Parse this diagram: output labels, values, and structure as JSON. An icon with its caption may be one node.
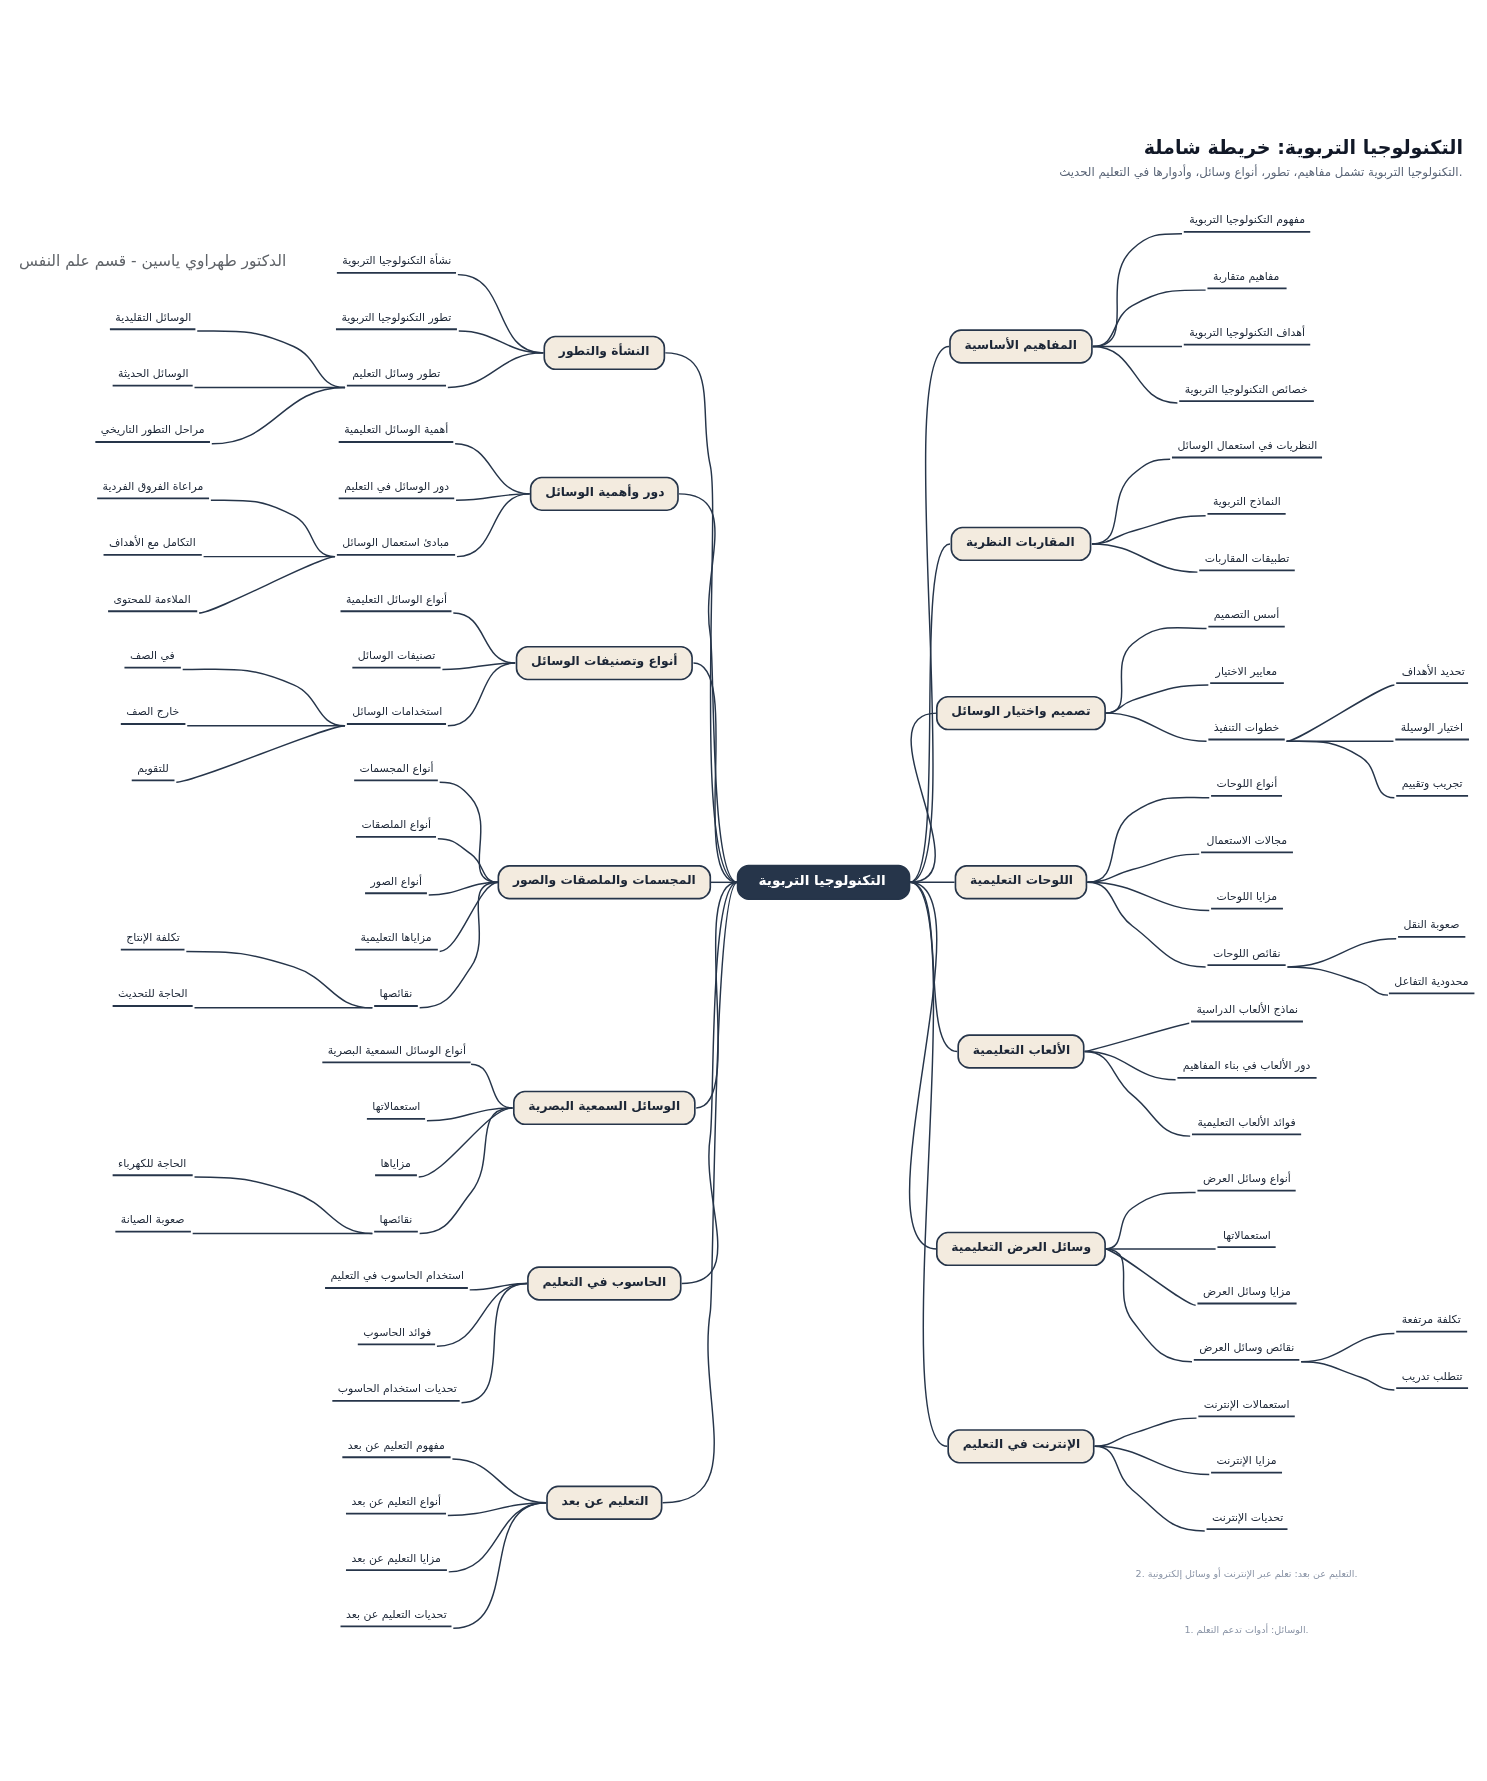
{
  "diagram": {
    "title": "التكنولوجيا التربوية: خريطة شاملة",
    "caption": "التكنولوجيا التربوية تشمل مفاهيم، تطور، أنواع وسائل، وأدوارها في التعليم الحديث.",
    "nodes": [
      {
        "text": [
          "التكنولوجيا التربوية"
        ]
      },
      {
        "text": [
          "المفاهيم الأساسية"
        ]
      },
      {
        "text": [
          "مفهوم التكنولوجيا التربوية"
        ]
      },
      {
        "text": [
          "مفاهيم متقاربة"
        ]
      },
      {
        "text": [
          "أهداف التكنولوجيا التربوية"
        ]
      },
      {
        "text": [
          "خصائص التكنولوجيا التربوية"
        ]
      },
      {
        "text": [
          "المقاربات النظرية"
        ]
      },
      {
        "text": [
          "النظريات في استعمال الوسائل"
        ]
      },
      {
        "text": [
          "النماذج التربوية"
        ]
      },
      {
        "text": [
          "تطبيقات المقاربات"
        ]
      },
      {
        "text": [
          "تصميم واختيار الوسائل"
        ]
      },
      {
        "text": [
          "أسس التصميم"
        ]
      },
      {
        "text": [
          "معايير الاختيار"
        ]
      },
      {
        "text": [
          "خطوات التنفيذ"
        ]
      },
      {
        "text": [
          "تحديد الأهداف"
        ]
      },
      {
        "text": [
          "اختيار الوسيلة"
        ]
      },
      {
        "text": [
          "تجريب وتقييم"
        ]
      },
      {
        "text": [
          "اللوحات التعليمية"
        ]
      },
      {
        "text": [
          "أنواع اللوحات"
        ]
      },
      {
        "text": [
          "مجالات الاستعمال"
        ]
      },
      {
        "text": [
          "مزايا اللوحات"
        ]
      },
      {
        "text": [
          "نقائص اللوحات"
        ]
      },
      {
        "text": [
          "صعوبة النقل"
        ]
      },
      {
        "text": [
          "محدودية التفاعل"
        ]
      },
      {
        "text": [
          "الألعاب التعليمية"
        ]
      },
      {
        "text": [
          "نماذج الألعاب الدراسية"
        ]
      },
      {
        "text": [
          "دور الألعاب في بناء المفاهيم"
        ]
      },
      {
        "text": [
          "فوائد الألعاب التعليمية"
        ]
      },
      {
        "text": [
          "وسائل العرض التعليمية"
        ]
      },
      {
        "text": [
          "أنواع وسائل العرض"
        ]
      },
      {
        "text": [
          "استعمالاتها"
        ]
      },
      {
        "text": [
          "مزايا وسائل العرض"
        ]
      },
      {
        "text": [
          "نقائص وسائل العرض"
        ]
      },
      {
        "text": [
          "تكلفة مرتفعة"
        ]
      },
      {
        "text": [
          "تتطلب تدريب"
        ]
      },
      {
        "text": [
          "الإنترنت في التعليم"
        ]
      },
      {
        "text": [
          "استعمالات الإنترنت"
        ]
      },
      {
        "text": [
          "مزايا الإنترنت"
        ]
      },
      {
        "text": [
          "تحديات الإنترنت"
        ]
      },
      {
        "text": [
          "النشأة والتطور"
        ]
      },
      {
        "text": [
          "نشأة التكنولوجيا التربوية"
        ]
      },
      {
        "text": [
          "تطور التكنولوجيا التربوية"
        ]
      },
      {
        "text": [
          "تطور وسائل التعليم"
        ]
      },
      {
        "text": [
          "الوسائل التقليدية"
        ]
      },
      {
        "text": [
          "الوسائل الحديثة"
        ]
      },
      {
        "text": [
          "مراحل التطور التاريخي"
        ]
      },
      {
        "text": [
          "دور وأهمية الوسائل"
        ]
      },
      {
        "text": [
          "أهمية الوسائل التعليمية"
        ]
      },
      {
        "text": [
          "دور الوسائل في التعليم"
        ]
      },
      {
        "text": [
          "مبادئ استعمال الوسائل"
        ]
      },
      {
        "text": [
          "مراعاة الفروق الفردية"
        ]
      },
      {
        "text": [
          "التكامل مع الأهداف"
        ]
      },
      {
        "text": [
          "الملاءمة للمحتوى"
        ]
      },
      {
        "text": [
          "أنواع وتصنيفات الوسائل"
        ]
      },
      {
        "text": [
          "أنواع الوسائل التعليمية"
        ]
      },
      {
        "text": [
          "تصنيفات الوسائل"
        ]
      },
      {
        "text": [
          "استخدامات الوسائل"
        ]
      },
      {
        "text": [
          "في الصف"
        ]
      },
      {
        "text": [
          "خارج الصف"
        ]
      },
      {
        "text": [
          "للتقويم"
        ]
      },
      {
        "text": [
          "المجسمات والملصقات والصور"
        ]
      },
      {
        "text": [
          "أنواع المجسمات"
        ]
      },
      {
        "text": [
          "أنواع الملصقات"
        ]
      },
      {
        "text": [
          "أنواع الصور"
        ]
      },
      {
        "text": [
          "مزاياها التعليمية"
        ]
      },
      {
        "text": [
          "نقائصها"
        ]
      },
      {
        "text": [
          "تكلفة الإنتاج"
        ]
      },
      {
        "text": [
          "الحاجة للتحديث"
        ]
      },
      {
        "text": [
          "الوسائل السمعية البصرية"
        ]
      },
      {
        "text": [
          "أنواع الوسائل السمعية البصرية"
        ]
      },
      {
        "text": [
          "استعمالاتها"
        ]
      },
      {
        "text": [
          "مزاياها"
        ]
      },
      {
        "text": [
          "نقائصها"
        ]
      },
      {
        "text": [
          "الحاجة للكهرباء"
        ]
      },
      {
        "text": [
          "صعوبة الصيانة"
        ]
      },
      {
        "text": [
          "الحاسوب في التعليم"
        ]
      },
      {
        "text": [
          "استخدام الحاسوب في التعليم"
        ]
      },
      {
        "text": [
          "فوائد الحاسوب"
        ]
      },
      {
        "text": [
          "تحديات استخدام الحاسوب"
        ]
      },
      {
        "text": [
          "التعليم عن بعد"
        ]
      },
      {
        "text": [
          "مفهوم التعليم عن بعد"
        ]
      },
      {
        "text": [
          "أنواع التعليم عن بعد"
        ]
      },
      {
        "text": [
          "مزايا التعليم عن بعد"
        ]
      },
      {
        "text": [
          "تحديات التعليم عن بعد"
        ]
      }
    ],
    "edges": [
      {
        "from": 0,
        "to": 1,
        "arrow": "none"
      },
      {
        "from": 1,
        "to": 2,
        "arrow": "none"
      },
      {
        "from": 1,
        "to": 3,
        "arrow": "none"
      },
      {
        "from": 1,
        "to": 4,
        "arrow": "none"
      },
      {
        "from": 1,
        "to": 5,
        "arrow": "none"
      },
      {
        "from": 0,
        "to": 6,
        "arrow": "none"
      },
      {
        "from": 6,
        "to": 7,
        "arrow": "none"
      },
      {
        "from": 6,
        "to": 8,
        "arrow": "none"
      },
      {
        "from": 6,
        "to": 9,
        "arrow": "none"
      },
      {
        "from": 0,
        "to": 10,
        "arrow": "none"
      },
      {
        "from": 10,
        "to": 11,
        "arrow": "none"
      },
      {
        "from": 10,
        "to": 12,
        "arrow": "none"
      },
      {
        "from": 10,
        "to": 13,
        "arrow": "none"
      },
      {
        "from": 13,
        "to": 14,
        "arrow": "none"
      },
      {
        "from": 13,
        "to": 15,
        "arrow": "none"
      },
      {
        "from": 13,
        "to": 16,
        "arrow": "none"
      },
      {
        "from": 0,
        "to": 17,
        "arrow": "none"
      },
      {
        "from": 17,
        "to": 18,
        "arrow": "none"
      },
      {
        "from": 17,
        "to": 19,
        "arrow": "none"
      },
      {
        "from": 17,
        "to": 20,
        "arrow": "none"
      },
      {
        "from": 17,
        "to": 21,
        "arrow": "none"
      },
      {
        "from": 21,
        "to": 22,
        "arrow": "none"
      },
      {
        "from": 21,
        "to": 23,
        "arrow": "none"
      },
      {
        "from": 0,
        "to": 24,
        "arrow": "none"
      },
      {
        "from": 24,
        "to": 25,
        "arrow": "none"
      },
      {
        "from": 24,
        "to": 26,
        "arrow": "none"
      },
      {
        "from": 24,
        "to": 27,
        "arrow": "none"
      },
      {
        "from": 0,
        "to": 28,
        "arrow": "none"
      },
      {
        "from": 28,
        "to": 29,
        "arrow": "none"
      },
      {
        "from": 28,
        "to": 30,
        "arrow": "none"
      },
      {
        "from": 28,
        "to": 31,
        "arrow": "none"
      },
      {
        "from": 28,
        "to": 32,
        "arrow": "none"
      },
      {
        "from": 32,
        "to": 33,
        "arrow": "none"
      },
      {
        "from": 32,
        "to": 34,
        "arrow": "none"
      },
      {
        "from": 0,
        "to": 35,
        "arrow": "none"
      },
      {
        "from": 35,
        "to": 36,
        "arrow": "none"
      },
      {
        "from": 35,
        "to": 37,
        "arrow": "none"
      },
      {
        "from": 35,
        "to": 38,
        "arrow": "none"
      },
      {
        "from": 0,
        "to": 39,
        "arrow": "none"
      },
      {
        "from": 39,
        "to": 40,
        "arrow": "none"
      },
      {
        "from": 39,
        "to": 41,
        "arrow": "none"
      },
      {
        "from": 39,
        "to": 42,
        "arrow": "none"
      },
      {
        "from": 42,
        "to": 43,
        "arrow": "none"
      },
      {
        "from": 42,
        "to": 44,
        "arrow": "none"
      },
      {
        "from": 42,
        "to": 45,
        "arrow": "none"
      },
      {
        "from": 0,
        "to": 46,
        "arrow": "none"
      },
      {
        "from": 46,
        "to": 47,
        "arrow": "none"
      },
      {
        "from": 46,
        "to": 48,
        "arrow": "none"
      },
      {
        "from": 46,
        "to": 49,
        "arrow": "none"
      },
      {
        "from": 49,
        "to": 50,
        "arrow": "none"
      },
      {
        "from": 49,
        "to": 51,
        "arrow": "none"
      },
      {
        "from": 49,
        "to": 52,
        "arrow": "none"
      },
      {
        "from": 0,
        "to": 53,
        "arrow": "none"
      },
      {
        "from": 53,
        "to": 54,
        "arrow": "none"
      },
      {
        "from": 53,
        "to": 55,
        "arrow": "none"
      },
      {
        "from": 53,
        "to": 56,
        "arrow": "none"
      },
      {
        "from": 56,
        "to": 57,
        "arrow": "none"
      },
      {
        "from": 56,
        "to": 58,
        "arrow": "none"
      },
      {
        "from": 56,
        "to": 59,
        "arrow": "none"
      },
      {
        "from": 0,
        "to": 60,
        "arrow": "none"
      },
      {
        "from": 60,
        "to": 61,
        "arrow": "none"
      },
      {
        "from": 60,
        "to": 62,
        "arrow": "none"
      },
      {
        "from": 60,
        "to": 63,
        "arrow": "none"
      },
      {
        "from": 60,
        "to": 64,
        "arrow": "none"
      },
      {
        "from": 60,
        "to": 65,
        "arrow": "none"
      },
      {
        "from": 65,
        "to": 66,
        "arrow": "none"
      },
      {
        "from": 65,
        "to": 67,
        "arrow": "none"
      },
      {
        "from": 0,
        "to": 68,
        "arrow": "none"
      },
      {
        "from": 68,
        "to": 69,
        "arrow": "none"
      },
      {
        "from": 68,
        "to": 70,
        "arrow": "none"
      },
      {
        "from": 68,
        "to": 71,
        "arrow": "none"
      },
      {
        "from": 68,
        "to": 72,
        "arrow": "none"
      },
      {
        "from": 72,
        "to": 73,
        "arrow": "none"
      },
      {
        "from": 72,
        "to": 74,
        "arrow": "none"
      },
      {
        "from": 0,
        "to": 75,
        "arrow": "none"
      },
      {
        "from": 75,
        "to": 76,
        "arrow": "none"
      },
      {
        "from": 75,
        "to": 77,
        "arrow": "none"
      },
      {
        "from": 75,
        "to": 78,
        "arrow": "none"
      },
      {
        "from": 0,
        "to": 79,
        "arrow": "none"
      },
      {
        "from": 79,
        "to": 80,
        "arrow": "none"
      },
      {
        "from": 79,
        "to": 81,
        "arrow": "none"
      },
      {
        "from": 79,
        "to": 82,
        "arrow": "none"
      },
      {
        "from": 79,
        "to": 83,
        "arrow": "none"
      }
    ],
    "labels": [
      "الدكتور طهراوي ياسين - قسم علم النفس",
      "2. التعليم عن بعد: تعلم عبر الإنترنت أو وسائل إلكترونية.",
      "1. الوسائل: أدوات تدعم التعلم."
    ]
  }
}
